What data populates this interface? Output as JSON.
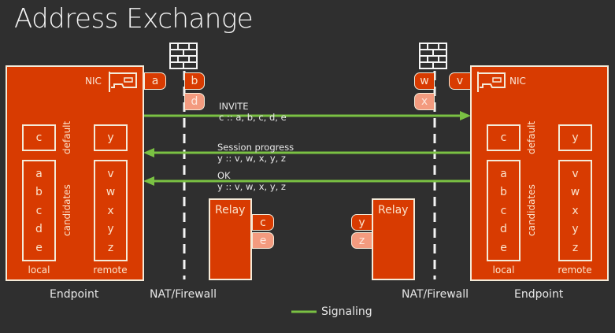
{
  "title": "Address Exchange",
  "colors": {
    "background": "#2f2f2f",
    "endpoint_fill": "#d83b01",
    "tag_light_fill": "#f39b7f",
    "signaling_line": "#7ac143",
    "outline": "#f4ead8"
  },
  "left_endpoint": {
    "caption": "Endpoint",
    "nic_label": "NIC",
    "nic_address": "a",
    "default_local": "c",
    "default_remote": "y",
    "default_label": "default",
    "candidates_label": "candidates",
    "local_candidates": [
      "a",
      "b",
      "c",
      "d",
      "e"
    ],
    "remote_candidates": [
      "v",
      "w",
      "x",
      "y",
      "z"
    ],
    "local_label": "local",
    "remote_label": "remote"
  },
  "right_endpoint": {
    "caption": "Endpoint",
    "nic_label": "NIC",
    "nic_address": "v",
    "default_local": "c",
    "default_remote": "y",
    "default_label": "default",
    "candidates_label": "candidates",
    "local_candidates": [
      "a",
      "b",
      "c",
      "d",
      "e"
    ],
    "remote_candidates": [
      "v",
      "w",
      "x",
      "y",
      "z"
    ],
    "local_label": "local",
    "remote_label": "remote"
  },
  "left_nat": {
    "caption": "NAT/Firewall",
    "addresses": [
      "b",
      "d"
    ],
    "icon": "firewall-icon"
  },
  "right_nat": {
    "caption": "NAT/Firewall",
    "addresses": [
      "w",
      "x"
    ],
    "icon": "firewall-icon"
  },
  "left_relay": {
    "label": "Relay",
    "addresses": [
      "c",
      "e"
    ]
  },
  "right_relay": {
    "label": "Relay",
    "addresses": [
      "y",
      "z"
    ]
  },
  "messages": [
    {
      "name": "INVITE",
      "detail": "c :: a, b, c, d, e",
      "direction": "right"
    },
    {
      "name": "Session progress",
      "detail": "y :: v, w, x, y, z",
      "direction": "left"
    },
    {
      "name": "OK",
      "detail": "y :: v, w, x, y, z",
      "direction": "left"
    }
  ],
  "legend": {
    "signaling_label": "Signaling"
  }
}
